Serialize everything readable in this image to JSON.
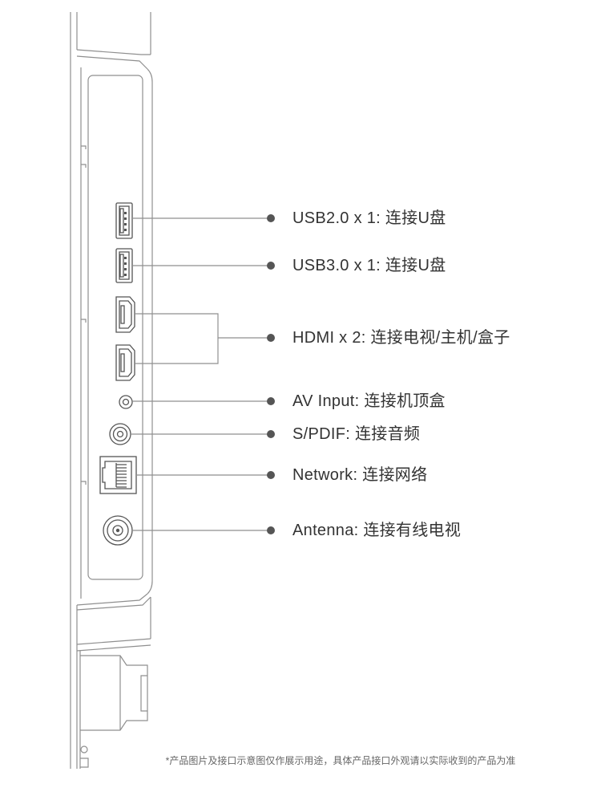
{
  "callouts": [
    {
      "label": "USB2.0 x 1: 连接U盘",
      "icon": "usb-port-icon"
    },
    {
      "label": "USB3.0 x 1: 连接U盘",
      "icon": "usb-port-icon"
    },
    {
      "label": "HDMI x 2: 连接电视/主机/盒子",
      "icon": "hdmi-port-icon"
    },
    {
      "label": "AV Input: 连接机顶盒",
      "icon": "av-jack-icon"
    },
    {
      "label": "S/PDIF: 连接音频",
      "icon": "spdif-jack-icon"
    },
    {
      "label": "Network: 连接网络",
      "icon": "rj45-port-icon"
    },
    {
      "label": "Antenna: 连接有线电视",
      "icon": "coax-port-icon"
    }
  ],
  "footnote": "*产品图片及接口示意图仅作展示用途，具体产品接口外观请以实际收到的产品为准",
  "colors": {
    "text": "#333333",
    "line": "#8f8f8f",
    "port": "#555555",
    "dot": "#555555",
    "footnote": "#666666"
  }
}
